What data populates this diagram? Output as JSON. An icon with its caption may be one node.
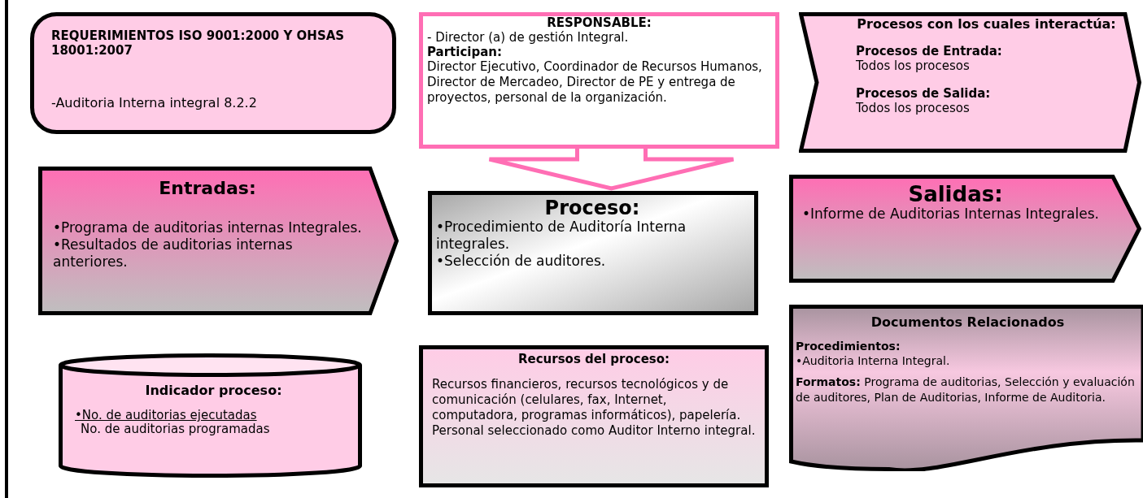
{
  "diagram": {
    "nodes": [
      {
        "text": [
          "REQUERIMIENTOS ISO 9001:2000 Y OHSAS 18001:2007",
          "-Auditoria Interna integral 8.2.2"
        ]
      },
      {
        "text": [
          "RESPONSABLE:",
          "- Director (a) de gestión Integral.",
          "Participan:",
          "Director Ejecutivo, Coordinador de Recursos Humanos, Director de Mercadeo, Director de PE y entrega de proyectos, personal de la organización."
        ]
      },
      {
        "text": [
          "Procesos con los cuales interactúa:",
          "Procesos de Entrada:",
          "Todos los procesos",
          "Procesos de Salida:",
          "Todos los procesos"
        ]
      },
      {
        "text": [
          "Entradas:",
          "•Programa de auditorias internas Integrales.",
          "•Resultados de auditorias internas anteriores."
        ]
      },
      {
        "text": [
          "Proceso:",
          "•Procedimiento de Auditoría Interna integrales.",
          "•Selección de auditores."
        ]
      },
      {
        "text": [
          "Salidas:",
          "•Informe de Auditorias Internas Integrales."
        ]
      },
      {
        "text": [
          "Indicador proceso:",
          "•No. de auditorias ejecutadas",
          "No. de auditorias programadas"
        ]
      },
      {
        "text": [
          "Recursos del proceso:",
          "Recursos financieros, recursos tecnológicos y de comunicación (celulares, fax, Internet, computadora, programas informáticos), papelería. Personal seleccionado como Auditor Interno integral."
        ]
      },
      {
        "text": [
          "Documentos Relacionados",
          "Procedimientos:",
          "•Auditoria Interna Integral.",
          "**Formatos:** Programa de auditorias, Selección y evaluación de auditores, Plan de Auditorias, Informe de Auditoria."
        ]
      }
    ],
    "edges": [
      {
        "from": 1,
        "to": 4,
        "arrow": "to",
        "color": "#ff6eb4"
      }
    ]
  }
}
